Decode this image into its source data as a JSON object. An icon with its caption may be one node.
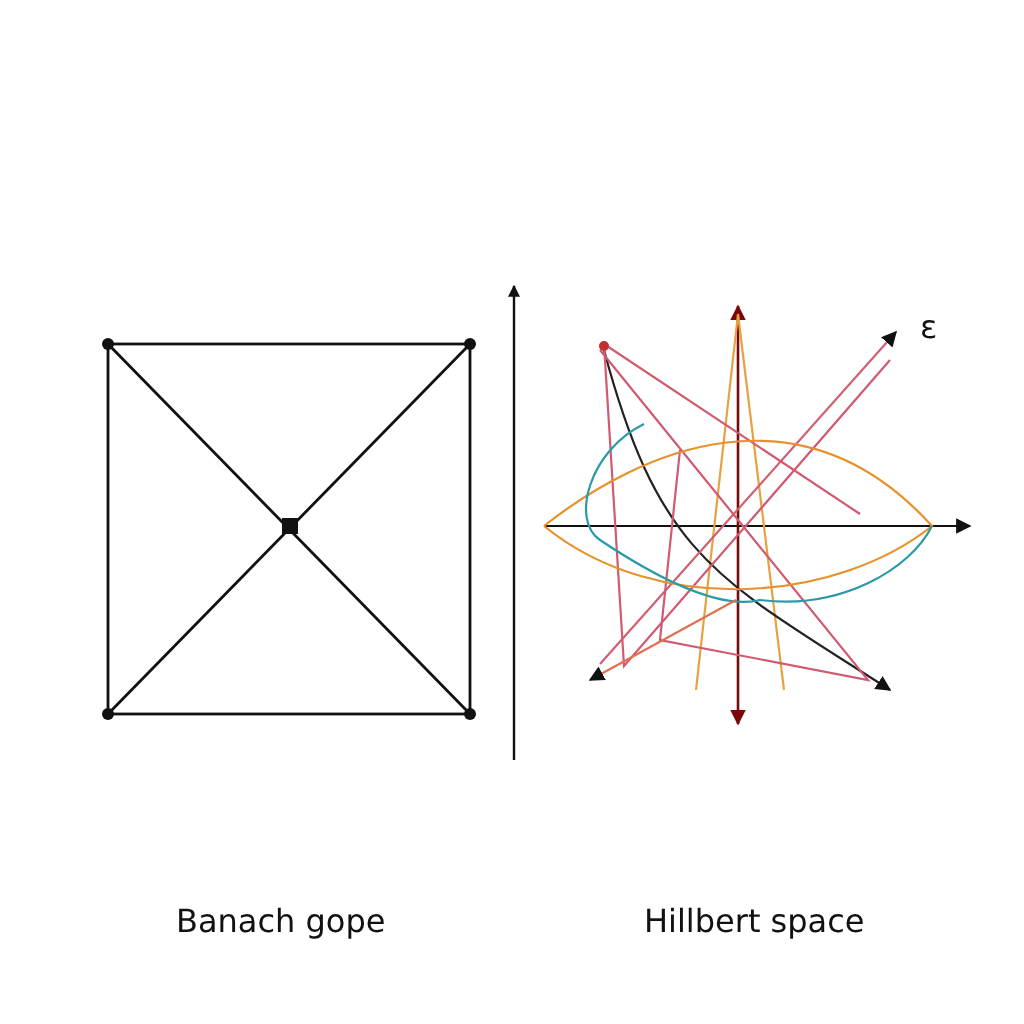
{
  "diagram": {
    "labels": [
      "ε",
      "Banach gope",
      "Hillbert space"
    ]
  }
}
